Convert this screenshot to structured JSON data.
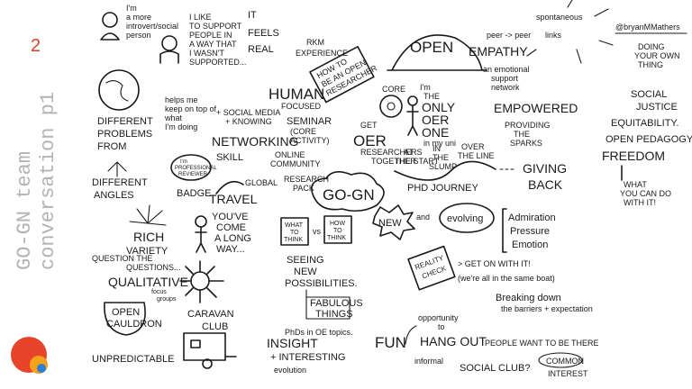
{
  "slide": {
    "number": "2",
    "title_line1": "GO-GN team",
    "title_line2": "conversation p1",
    "credit": "@bryanMMathers",
    "accent_colors": {
      "number": "#d8432a",
      "logo_red": "#e8442a",
      "logo_orange": "#f5a21b",
      "logo_blue": "#2a7fd4"
    }
  },
  "notes": {
    "im_more": [
      "I'm",
      "a more",
      "introvert/social",
      "person"
    ],
    "i_like": [
      "I LIKE",
      "TO SUPPORT",
      "PEOPLE IN",
      "A WAY THAT",
      "I WASN'T",
      "SUPPORTED..."
    ],
    "it_feels": [
      "IT",
      "FEELS",
      "REAL"
    ],
    "rkm": [
      "RKM",
      "EXPERIENCE"
    ],
    "how_to": [
      "HOW TO",
      "BE AN OPEN",
      "RESEARCHER"
    ],
    "open": "OPEN",
    "peer": "peer -> peer",
    "empathy": "EMPATHY",
    "emotional": [
      "an emotional",
      "support",
      "network"
    ],
    "spontaneous": [
      "spontaneous",
      "links"
    ],
    "doing": [
      "DOING",
      "YOUR OWN",
      "THING"
    ],
    "social_justice": [
      "SOCIAL",
      "JUSTICE"
    ],
    "equitability": "EQUITABILITY.",
    "open_pedagogy": "OPEN PEDAGOGY",
    "freedom": "FREEDOM",
    "what_you": [
      "WHAT",
      "YOU CAN DO",
      "WITH IT!"
    ],
    "different_problems": [
      "DIFFERENT",
      "PROBLEMS",
      "FROM"
    ],
    "helps_me": [
      "helps me",
      "keep on top of",
      "what",
      "I'm doing"
    ],
    "social_media": [
      "+ SOCIAL MEDIA",
      "+ KNOWING"
    ],
    "human": [
      "HUMAN",
      "FOCUSED"
    ],
    "seminar": [
      "SEMINAR",
      "(CORE",
      "ACTIVITY)"
    ],
    "networking": [
      "NETWORKING",
      "SKILL"
    ],
    "online": [
      "ONLINE",
      "COMMUNITY"
    ],
    "core": "CORE",
    "get": "GET",
    "oer": "OER",
    "researchers": [
      "RESEARCHERS",
      "TOGETHER"
    ],
    "only_one": [
      "I'm",
      "THE",
      "ONLY",
      "OER",
      "ONE",
      "in my uni"
    ],
    "at_start": [
      "AT",
      "THE START"
    ],
    "slump": [
      "IN",
      "THE",
      "SLUMP"
    ],
    "over_line": [
      "OVER",
      "THE LINE"
    ],
    "empowered": "EMPOWERED",
    "providing": [
      "PROVIDING",
      "THE",
      "SPARKS"
    ],
    "giving_back": [
      "GIVING",
      "BACK"
    ],
    "phd_journey": "PHD JOURNEY",
    "different_angles": [
      "DIFFERENT",
      "ANGLES"
    ],
    "badge_text": [
      "I'm",
      "PROFESSIONAL",
      "REVIEWER"
    ],
    "badge": "BADGE",
    "research_pack": [
      "RESEARCH",
      "PACK"
    ],
    "gogn": "GO-GN",
    "global": "GLOBAL",
    "travel": "TRAVEL",
    "youve_come": [
      "YOU'VE",
      "COME",
      "A LONG",
      "WAY..."
    ],
    "what_to_think": [
      "WHAT",
      "TO",
      "THINK"
    ],
    "vs": "vs",
    "how_to_think": [
      "HOW",
      "TO",
      "THINK"
    ],
    "new": "NEW",
    "and": "and",
    "evolving": "evolving",
    "admiration": [
      "Admiration",
      "Pressure",
      "Emotion"
    ],
    "rich": [
      "RICH",
      "VARIETY"
    ],
    "question": [
      "QUESTION THE",
      "QUESTIONS..."
    ],
    "qualitative": "QUALITATIVE",
    "focus_groups": [
      "focus",
      "groups"
    ],
    "open_cauldron": [
      "OPEN",
      "CAULDRON"
    ],
    "caravan": [
      "CARAVAN",
      "CLUB"
    ],
    "unpredictable": "UNPREDICTABLE",
    "seeing": [
      "SEEING",
      "NEW",
      "POSSIBILITIES."
    ],
    "fabulous": [
      "FABULOUS",
      "THINGS"
    ],
    "phds": "PhDs in OE topics.",
    "insight": [
      "INSIGHT",
      "+ INTERESTING"
    ],
    "evolution": "evolution",
    "fun": "FUN",
    "opportunity": [
      "opportunity",
      "to"
    ],
    "hang_out": "HANG OUT",
    "informal": "informal",
    "reality": [
      "REALITY",
      "CHECK"
    ],
    "get_on": [
      "> GET ON WITH IT!",
      "(we're all in the same boat)"
    ],
    "breaking": [
      "Breaking down",
      "the barriers + expectation"
    ],
    "people_want": "PEOPLE WANT TO BE THERE",
    "social_club": "SOCIAL CLUB?",
    "common": [
      "COMMON",
      "INTEREST"
    ]
  }
}
